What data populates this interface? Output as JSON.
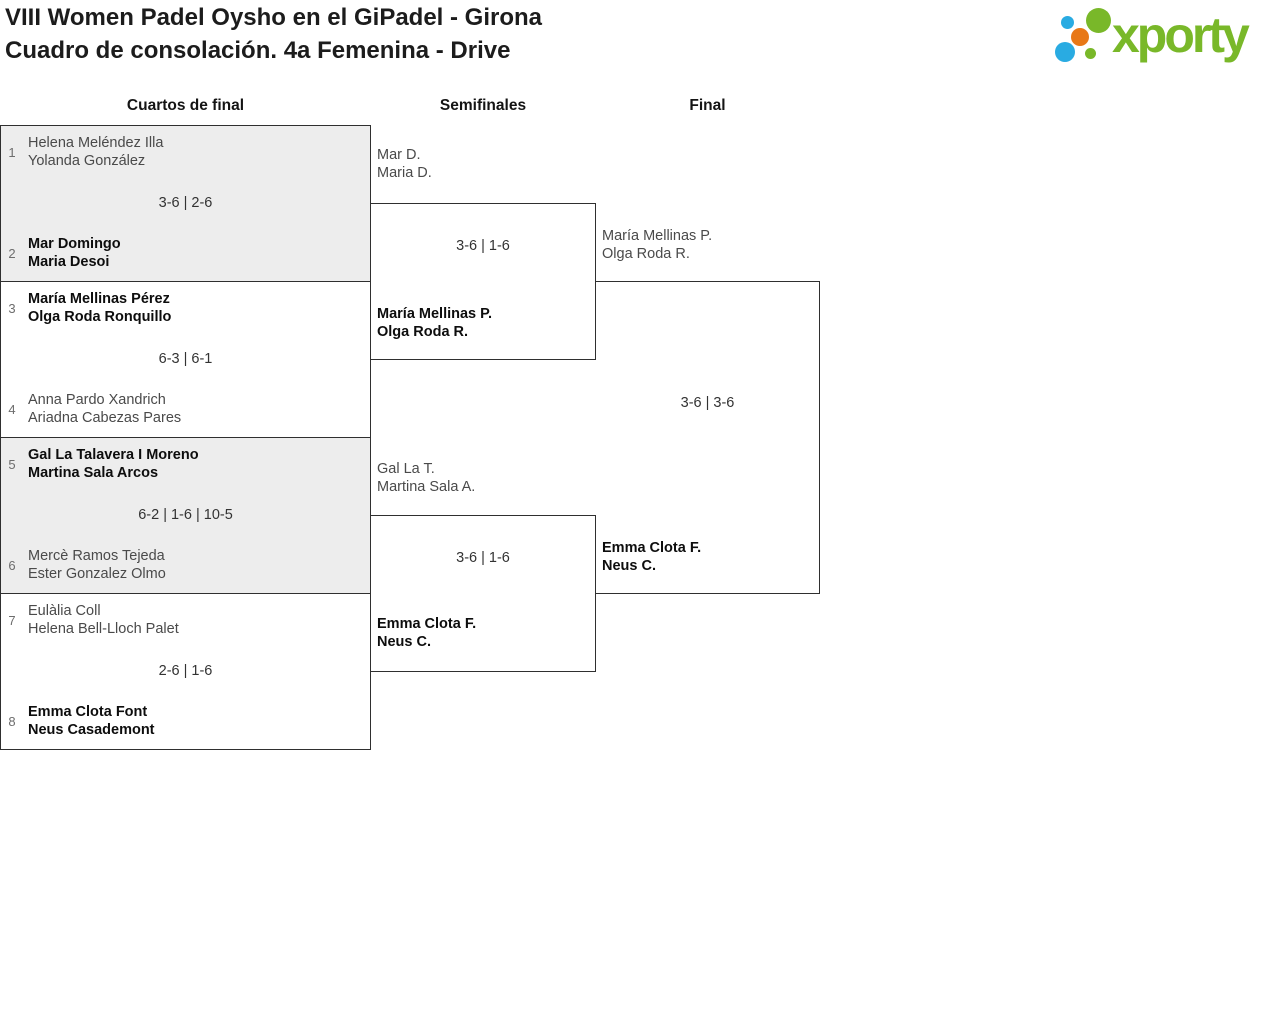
{
  "header": {
    "title_line1": "VIII Women Padel Oysho en el GiPadel - Girona",
    "title_line2": "Cuadro de consolación. 4a Femenina - Drive",
    "logo_text": "xporty",
    "logo_colors": {
      "green": "#79b829",
      "blue": "#29abe2",
      "orange": "#e87817"
    }
  },
  "columns": [
    {
      "label": "Cuartos de final"
    },
    {
      "label": "Semifinales"
    },
    {
      "label": "Final"
    }
  ],
  "bracket": {
    "quarterfinals": [
      {
        "team1": {
          "seed": "1",
          "players": [
            "Helena Meléndez Illa",
            "Yolanda González"
          ],
          "winner": false
        },
        "score": "3-6 | 2-6",
        "team2": {
          "seed": "2",
          "players": [
            "Mar Domingo",
            "Maria Desoi"
          ],
          "winner": true
        }
      },
      {
        "team1": {
          "seed": "3",
          "players": [
            "María Mellinas Pérez",
            "Olga Roda Ronquillo"
          ],
          "winner": true
        },
        "score": "6-3 | 6-1",
        "team2": {
          "seed": "4",
          "players": [
            "Anna Pardo Xandrich",
            "Ariadna Cabezas Pares"
          ],
          "winner": false
        }
      },
      {
        "team1": {
          "seed": "5",
          "players": [
            "Gal La Talavera I Moreno",
            "Martina Sala Arcos"
          ],
          "winner": true
        },
        "score": "6-2 | 1-6 | 10-5",
        "team2": {
          "seed": "6",
          "players": [
            "Mercè Ramos Tejeda",
            "Ester Gonzalez Olmo"
          ],
          "winner": false
        }
      },
      {
        "team1": {
          "seed": "7",
          "players": [
            "Eulàlia Coll",
            "Helena Bell-Lloch Palet"
          ],
          "winner": false
        },
        "score": "2-6 | 1-6",
        "team2": {
          "seed": "8",
          "players": [
            "Emma Clota Font",
            "Neus Casademont"
          ],
          "winner": true
        }
      }
    ],
    "semifinals": [
      {
        "team1": {
          "players": [
            "Mar D.",
            "Maria D."
          ],
          "winner": false
        },
        "score": "3-6 | 1-6",
        "team2": {
          "players": [
            "María Mellinas P.",
            "Olga Roda R."
          ],
          "winner": true
        }
      },
      {
        "team1": {
          "players": [
            "Gal La T.",
            "Martina Sala A."
          ],
          "winner": false
        },
        "score": "3-6 | 1-6",
        "team2": {
          "players": [
            "Emma Clota F.",
            "Neus C."
          ],
          "winner": true
        }
      }
    ],
    "final": {
      "team1": {
        "players": [
          "María Mellinas P.",
          "Olga Roda R."
        ],
        "winner": false
      },
      "score": "3-6 | 3-6",
      "team2": {
        "players": [
          "Emma Clota F.",
          "Neus C."
        ],
        "winner": true
      }
    }
  }
}
